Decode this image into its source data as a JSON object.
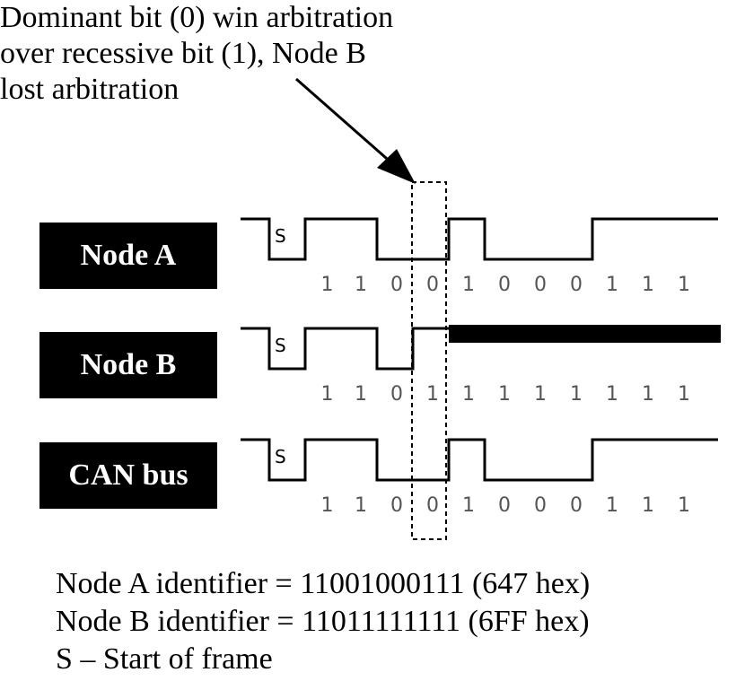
{
  "caption": {
    "lines": [
      "Dominant bit (0) win arbitration",
      "over recessive bit (1), Node B",
      "lost arbitration"
    ]
  },
  "rows": [
    {
      "label": "Node A",
      "start_label": "S",
      "signal": [
        1,
        1,
        0,
        0,
        1,
        0,
        0,
        0,
        1,
        1,
        1
      ],
      "bits": [
        "1",
        "1",
        "0",
        "0",
        "1",
        "0",
        "0",
        "0",
        "1",
        "1",
        "1"
      ],
      "lost_after_bit": null
    },
    {
      "label": "Node B",
      "start_label": "S",
      "signal": [
        1,
        1,
        0,
        1,
        1,
        1,
        1,
        1,
        1,
        1,
        1
      ],
      "bits": [
        "1",
        "1",
        "0",
        "1",
        "1",
        "1",
        "1",
        "1",
        "1",
        "1",
        "1"
      ],
      "lost_after_bit": 3
    },
    {
      "label": "CAN bus",
      "start_label": "S",
      "signal": [
        1,
        1,
        0,
        0,
        1,
        0,
        0,
        0,
        1,
        1,
        1
      ],
      "bits": [
        "1",
        "1",
        "0",
        "0",
        "1",
        "0",
        "0",
        "0",
        "1",
        "1",
        "1"
      ],
      "lost_after_bit": null
    }
  ],
  "highlight_bit_index": 3,
  "notes": [
    "Node A identifier = 11001000111 (647 hex)",
    "Node B identifier = 11011111111 (6FF hex)",
    "S – Start of frame"
  ]
}
